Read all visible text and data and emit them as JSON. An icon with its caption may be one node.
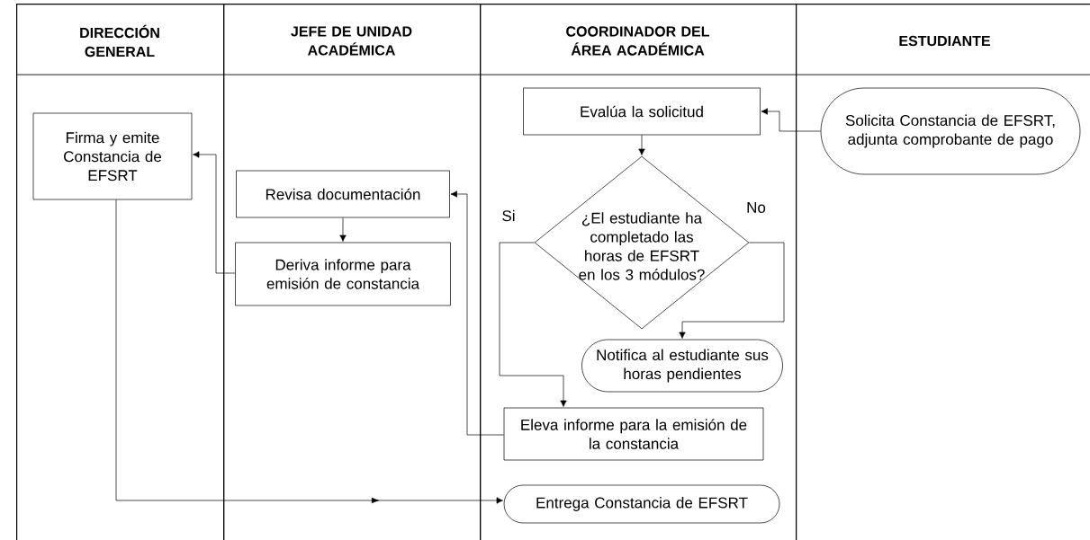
{
  "diagram": {
    "nodes": [
      {
        "text": [
          "DIRECCIÓN GENERAL"
        ]
      },
      {
        "text": [
          "JEFE DE UNIDAD ACADÉMICA"
        ]
      },
      {
        "text": [
          "COORDINADOR DEL ÁREA ACADÉMICA"
        ]
      },
      {
        "text": [
          "ESTUDIANTE"
        ]
      },
      {
        "text": [
          "Solicita Constancia de EFSRT, adjunta comprobante de pago"
        ],
        "in": 3
      },
      {
        "text": [
          "Evalúa la solicitud"
        ],
        "in": 2
      },
      {
        "text": [
          "¿El estudiante ha completado las horas de EFSRT en los 3 módulos?"
        ],
        "in": 2
      },
      {
        "text": [
          "Notifica al estudiante sus horas pendientes"
        ],
        "in": 2
      },
      {
        "text": [
          "Eleva informe para la emisión de la constancia"
        ],
        "in": 2
      },
      {
        "text": [
          "Revisa documentación"
        ],
        "in": 1
      },
      {
        "text": [
          "Deriva informe para emisión de constancia"
        ],
        "in": 1
      },
      {
        "text": [
          "Firma y emite Constancia de EFSRT"
        ],
        "in": 0
      },
      {
        "text": [
          "Entrega Constancia de EFSRT"
        ],
        "in": 2
      }
    ],
    "edges": [
      {
        "from": 4,
        "to": 5,
        "arrow": "to"
      },
      {
        "from": 5,
        "to": 6,
        "arrow": "to"
      },
      {
        "from": 6,
        "to": 8,
        "arrow": "to",
        "label": "Si"
      },
      {
        "from": 6,
        "to": 7,
        "arrow": "to",
        "label": "No"
      },
      {
        "from": 8,
        "to": 9,
        "arrow": "to"
      },
      {
        "from": 9,
        "to": 10,
        "arrow": "to"
      },
      {
        "from": 10,
        "to": 11,
        "arrow": "to"
      },
      {
        "from": 11,
        "to": 12,
        "arrow": "to"
      }
    ]
  }
}
